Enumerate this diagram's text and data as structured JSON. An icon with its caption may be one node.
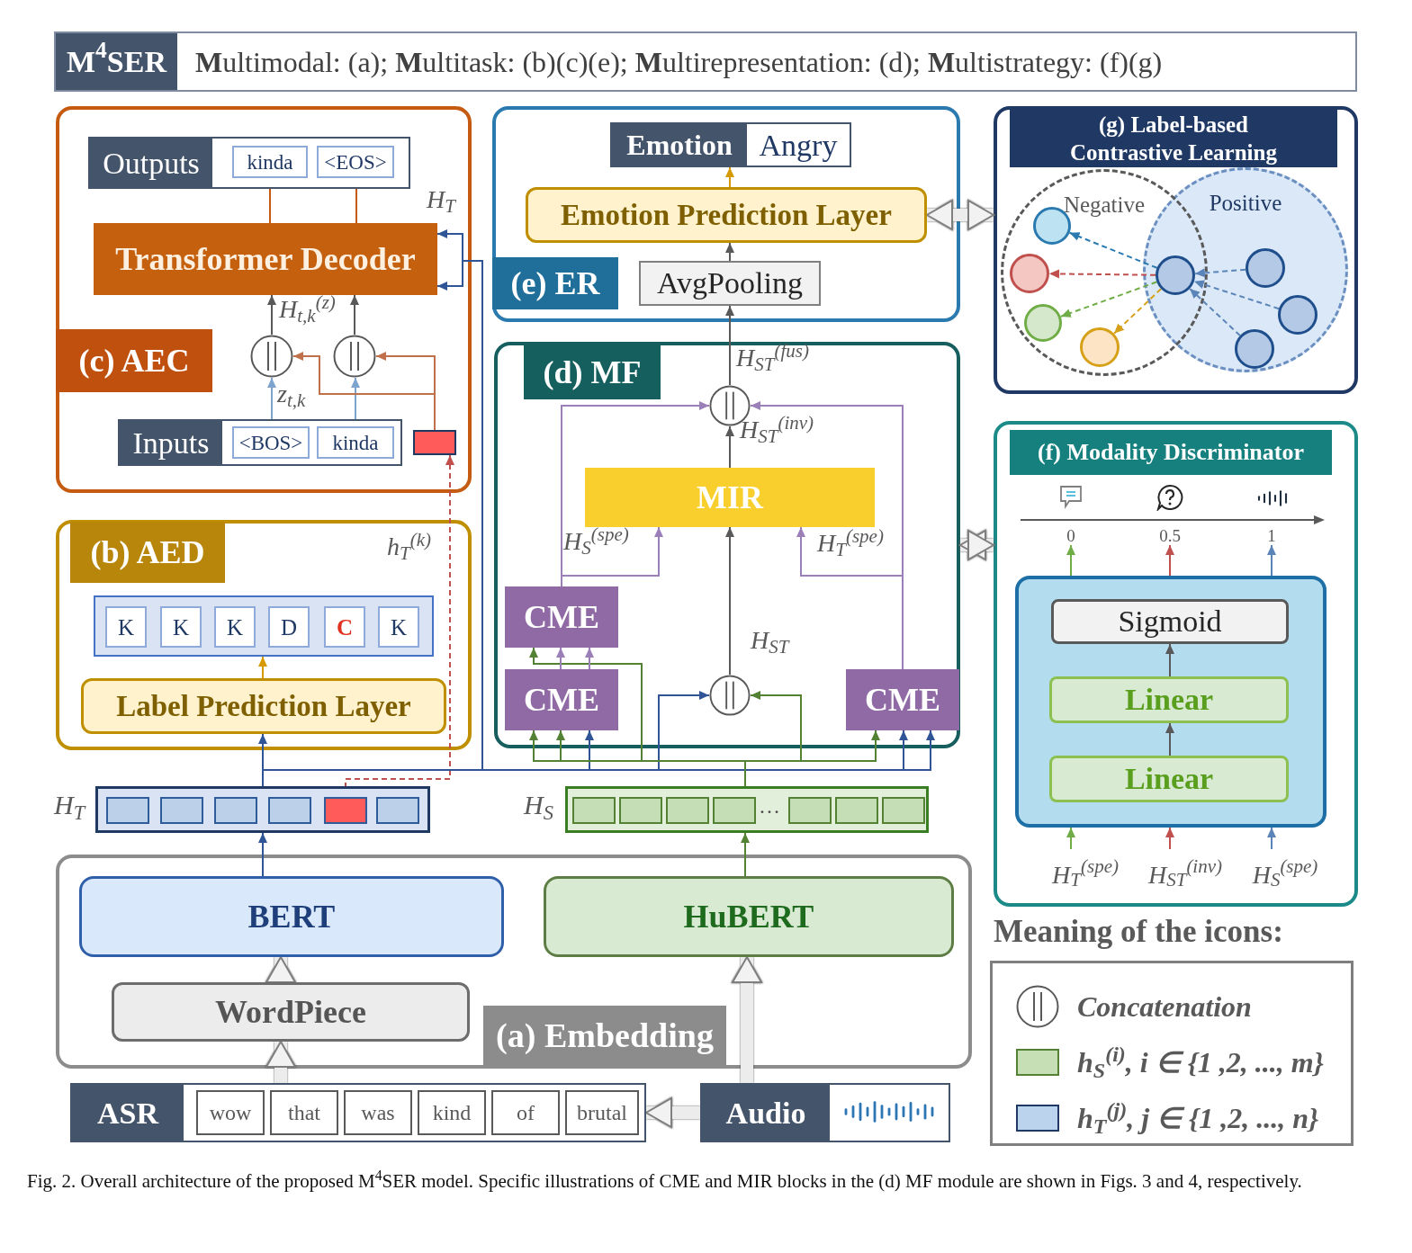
{
  "diagram": {
    "caption": "Fig. 2.  Overall architecture of the proposed M$^{4}$SER model. Specific illustrations of CME and MIR blocks in the (d) MF module are shown in Figs. 3 and 4, respectively.",
    "nodes": [
      {
        "text": [
          "M$^{4}$SER",
          "**M**ultimodal: (a); **M**ultitask: (b)(c)(e); **M**ultirepresentation: (d); **M**ultistrategy: (f)(g)"
        ]
      },
      {
        "text": [
          "(c) AEC"
        ]
      },
      {
        "text": [
          "Outputs"
        ],
        "in": 1
      },
      {
        "text": [
          "kinda"
        ],
        "in": 2
      },
      {
        "text": [
          "<EOS>"
        ],
        "in": 2
      },
      {
        "text": [
          "Transformer Decoder"
        ],
        "in": 1
      },
      {
        "text": [],
        "shape": "circle",
        "in": 1
      },
      {
        "text": [],
        "shape": "circle",
        "in": 1
      },
      {
        "text": [
          "Inputs"
        ],
        "in": 1
      },
      {
        "text": [
          "<BOS>"
        ],
        "in": 8
      },
      {
        "text": [
          "kinda"
        ],
        "in": 8
      },
      {
        "text": [],
        "shape": "box",
        "in": 1
      },
      {
        "text": [
          "(b) AED"
        ]
      },
      {
        "text": [],
        "shape": "box",
        "in": 12
      },
      {
        "text": [
          "K"
        ],
        "in": 13
      },
      {
        "text": [
          "K"
        ],
        "in": 13
      },
      {
        "text": [
          "K"
        ],
        "in": 13
      },
      {
        "text": [
          "D"
        ],
        "in": 13
      },
      {
        "text": [
          "C"
        ],
        "in": 13
      },
      {
        "text": [
          "K"
        ],
        "in": 13
      },
      {
        "text": [
          "Label Prediction Layer"
        ],
        "in": 12
      },
      {
        "text": [],
        "shape": "bar",
        "beside": [
          "H$_{T}$"
        ]
      },
      {
        "text": [],
        "shape": "box",
        "in": 21
      },
      {
        "text": [],
        "shape": "box",
        "in": 21
      },
      {
        "text": [],
        "shape": "box",
        "in": 21
      },
      {
        "text": [],
        "shape": "box",
        "in": 21
      },
      {
        "text": [],
        "shape": "box",
        "in": 21
      },
      {
        "text": [],
        "shape": "box",
        "in": 21
      },
      {
        "text": [],
        "shape": "bar",
        "beside": [
          "H$_{S}$"
        ]
      },
      {
        "text": [],
        "shape": "box",
        "in": 28
      },
      {
        "text": [],
        "shape": "box",
        "in": 28
      },
      {
        "text": [],
        "shape": "box",
        "in": 28
      },
      {
        "text": [],
        "shape": "box",
        "in": 28
      },
      {
        "text": [],
        "shape": "box",
        "in": 28
      },
      {
        "text": [],
        "shape": "box",
        "in": 28
      },
      {
        "text": [],
        "shape": "box",
        "in": 28
      },
      {
        "text": [
          "(a) Embedding"
        ]
      },
      {
        "text": [
          "BERT"
        ],
        "in": 36
      },
      {
        "text": [
          "HuBERT"
        ],
        "in": 36
      },
      {
        "text": [
          "WordPiece"
        ],
        "in": 36
      },
      {
        "text": [
          "ASR"
        ]
      },
      {
        "text": [
          "wow"
        ],
        "in": 40
      },
      {
        "text": [
          "that"
        ],
        "in": 40
      },
      {
        "text": [
          "was"
        ],
        "in": 40
      },
      {
        "text": [
          "kind"
        ],
        "in": 40
      },
      {
        "text": [
          "of"
        ],
        "in": 40
      },
      {
        "text": [
          "brutal"
        ],
        "in": 40
      },
      {
        "text": [
          "Audio"
        ]
      },
      {
        "text": [
          "(e) ER"
        ]
      },
      {
        "text": [
          "Emotion",
          "Angry"
        ],
        "in": 48
      },
      {
        "text": [
          "Emotion Prediction Layer"
        ],
        "in": 48
      },
      {
        "text": [
          "AvgPooling"
        ],
        "in": 48
      },
      {
        "text": [
          "(d) MF"
        ]
      },
      {
        "text": [],
        "shape": "circle",
        "in": 52
      },
      {
        "text": [
          "MIR"
        ],
        "in": 52
      },
      {
        "text": [
          "CME"
        ],
        "in": 52
      },
      {
        "text": [
          "CME"
        ],
        "in": 52
      },
      {
        "text": [],
        "shape": "circle",
        "in": 52
      },
      {
        "text": [
          "CME"
        ],
        "in": 52
      },
      {
        "text": [
          "(g) Label-based Contrastive Learning"
        ]
      },
      {
        "text": [
          "Negative"
        ],
        "in": 59
      },
      {
        "text": [
          "Positive"
        ],
        "in": 59
      },
      {
        "text": [],
        "shape": "circle",
        "in": 60
      },
      {
        "text": [],
        "shape": "circle",
        "in": 60
      },
      {
        "text": [],
        "shape": "circle",
        "in": 60
      },
      {
        "text": [],
        "shape": "circle",
        "in": 60
      },
      {
        "text": [],
        "shape": "circle"
      },
      {
        "text": [],
        "shape": "circle",
        "in": 61
      },
      {
        "text": [],
        "shape": "circle",
        "in": 61
      },
      {
        "text": [],
        "shape": "circle",
        "in": 61
      },
      {
        "text": [
          "(f) Modality Discriminator"
        ]
      },
      {
        "text": [],
        "shape": "box",
        "in": 70
      },
      {
        "text": [
          "Sigmoid"
        ],
        "in": 71
      },
      {
        "text": [
          "Linear"
        ],
        "in": 71
      },
      {
        "text": [
          "Linear"
        ],
        "in": 71
      },
      {
        "text": [
          "H$_{T}$$^{(spe)}$"
        ],
        "in": 70
      },
      {
        "text": [
          "H$_{ST}$$^{(inv)}$"
        ],
        "in": 70
      },
      {
        "text": [
          "H$_{S}$$^{(spe)}$"
        ],
        "in": 70
      },
      {
        "text": [
          "0"
        ],
        "in": 70
      },
      {
        "text": [
          "0.5"
        ],
        "in": 70
      },
      {
        "text": [
          "1"
        ],
        "in": 70
      }
    ],
    "edges": [
      {
        "from": 5,
        "to": 3,
        "arrow": "to",
        "color": "#c55a11"
      },
      {
        "from": 5,
        "to": 4,
        "arrow": "to",
        "color": "#c55a11"
      },
      {
        "from": 6,
        "to": 5,
        "arrow": "to"
      },
      {
        "from": 7,
        "to": 5,
        "arrow": "to"
      },
      {
        "from": 9,
        "to": 6,
        "arrow": "to",
        "color": "#7da3cf"
      },
      {
        "from": 10,
        "to": 7,
        "arrow": "to",
        "color": "#7da3cf"
      },
      {
        "from": 11,
        "to": 6,
        "arrow": "to",
        "color": "#c0704a"
      },
      {
        "from": 11,
        "to": 7,
        "arrow": "to",
        "color": "#c0704a"
      },
      {
        "from": 26,
        "to": 11,
        "arrow": "to",
        "style": "dashed",
        "color": "#c0504d"
      },
      {
        "from": 20,
        "to": 13,
        "arrow": "to",
        "color": "#d69a00"
      },
      {
        "from": 21,
        "to": 20,
        "arrow": "to",
        "color": "#2f5597"
      },
      {
        "from": 21,
        "to": 5,
        "arrow": "to",
        "color": "#2f5597"
      },
      {
        "from": 21,
        "to": 5,
        "arrow": "to",
        "color": "#2f5597"
      },
      {
        "from": 21,
        "to": 56,
        "arrow": "to",
        "color": "#2f5597"
      },
      {
        "from": 21,
        "to": 57,
        "arrow": "to",
        "color": "#2f5597"
      },
      {
        "from": 21,
        "to": 58,
        "arrow": "to",
        "color": "#2f5597"
      },
      {
        "from": 21,
        "to": 58,
        "arrow": "to",
        "color": "#2f5597"
      },
      {
        "from": 28,
        "to": 56,
        "arrow": "to",
        "color": "#548235"
      },
      {
        "from": 28,
        "to": 56,
        "arrow": "to",
        "color": "#548235"
      },
      {
        "from": 28,
        "to": 55,
        "arrow": "to",
        "color": "#548235"
      },
      {
        "from": 28,
        "to": 57,
        "arrow": "to",
        "color": "#548235"
      },
      {
        "from": 28,
        "to": 58,
        "arrow": "to",
        "color": "#548235"
      },
      {
        "from": 56,
        "to": 55,
        "arrow": "to",
        "color": "#9b7fb8"
      },
      {
        "from": 56,
        "to": 55,
        "arrow": "to",
        "color": "#9b7fb8"
      },
      {
        "from": 55,
        "to": 53,
        "arrow": "to",
        "color": "#9b7fb8"
      },
      {
        "from": 55,
        "to": 54,
        "arrow": "to",
        "color": "#9b7fb8"
      },
      {
        "from": 58,
        "to": 53,
        "arrow": "to",
        "color": "#9b7fb8"
      },
      {
        "from": 58,
        "to": 54,
        "arrow": "to",
        "color": "#9b7fb8"
      },
      {
        "from": 57,
        "to": 54,
        "arrow": "to"
      },
      {
        "from": 54,
        "to": 53,
        "arrow": "to"
      },
      {
        "from": 53,
        "to": 51,
        "arrow": "to"
      },
      {
        "from": 51,
        "to": 50,
        "arrow": "to"
      },
      {
        "from": 50,
        "to": 49,
        "arrow": "to",
        "color": "#d69a00"
      },
      {
        "from": 50,
        "to": 59,
        "arrow": "both",
        "style": "thick",
        "color": "#ececec"
      },
      {
        "from": 52,
        "to": 70,
        "arrow": "both",
        "style": "thick",
        "color": "#ececec"
      },
      {
        "from": 37,
        "to": 21,
        "arrow": "to",
        "color": "#2f5597"
      },
      {
        "from": 38,
        "to": 28,
        "arrow": "to",
        "color": "#548235"
      },
      {
        "from": 39,
        "to": 37,
        "arrow": "to",
        "style": "thick",
        "color": "#ececec"
      },
      {
        "from": 40,
        "to": 39,
        "arrow": "to",
        "style": "thick",
        "color": "#ececec"
      },
      {
        "from": 47,
        "to": 38,
        "arrow": "to",
        "style": "thick",
        "color": "#ececec"
      },
      {
        "from": 47,
        "to": 40,
        "arrow": "to",
        "style": "thick",
        "color": "#ececec"
      },
      {
        "from": 66,
        "to": 62,
        "arrow": "to",
        "style": "dashed",
        "color": "#2a7ab0"
      },
      {
        "from": 66,
        "to": 63,
        "arrow": "to",
        "style": "dashed",
        "color": "#c0504d"
      },
      {
        "from": 66,
        "to": 64,
        "arrow": "to",
        "style": "dashed",
        "color": "#70ad47"
      },
      {
        "from": 66,
        "to": 65,
        "arrow": "to",
        "style": "dashed",
        "color": "#d6a019"
      },
      {
        "from": 67,
        "to": 66,
        "arrow": "to",
        "style": "dashed",
        "color": "#5b84b8"
      },
      {
        "from": 68,
        "to": 66,
        "arrow": "to",
        "style": "dashed",
        "color": "#5b84b8"
      },
      {
        "from": 69,
        "to": 66,
        "arrow": "to",
        "style": "dashed",
        "color": "#5b84b8"
      },
      {
        "from": 71,
        "to": 78,
        "arrow": "to",
        "color": "#70ad47"
      },
      {
        "from": 71,
        "to": 79,
        "arrow": "to",
        "color": "#c0504d"
      },
      {
        "from": 71,
        "to": 80,
        "arrow": "to",
        "color": "#5b84b8"
      },
      {
        "from": 75,
        "to": 71,
        "arrow": "to",
        "color": "#70ad47"
      },
      {
        "from": 76,
        "to": 71,
        "arrow": "to",
        "color": "#c0504d"
      },
      {
        "from": 77,
        "to": 71,
        "arrow": "to",
        "color": "#5b84b8"
      },
      {
        "from": 73,
        "to": 72,
        "arrow": "to"
      },
      {
        "from": 74,
        "to": 73,
        "arrow": "to"
      }
    ],
    "labels": [
      "H$_{T}$",
      "H$_{t,k}$$^{(z)}$",
      "z$_{t,k}$",
      "h$_{T}$$^{(k)}$",
      "H$_{ST}$$^{(fus)}$",
      "H$_{ST}$$^{(inv)}$",
      "H$_{S}$$^{(spe)}$",
      "H$_{T}$$^{(spe)}$",
      "H$_{ST}$",
      "…",
      "Meaning of the icons:"
    ],
    "legend": [
      {
        "text": "Concatenation"
      },
      {
        "text": "h$_{S}$$^{(i)}$, i ∈ {1 ,2, ..., m}",
        "color": "#c6dfb4"
      },
      {
        "text": "h$_{T}$$^{(j)}$, j ∈ {1 ,2, ..., n}",
        "color": "#bcd3ee"
      }
    ]
  }
}
